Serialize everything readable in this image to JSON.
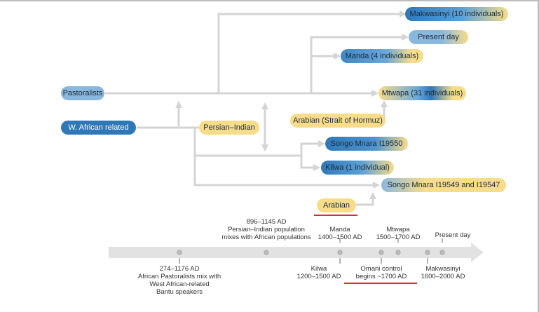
{
  "nodes": {
    "pastoralists": "Pastoralists",
    "w_african": "W. African related",
    "persian_indian": "Persian–Indian",
    "arabian_hormuz": "Arabian (Strait of Hormuz)",
    "arabian": "Arabian",
    "makwasinyi": "Makwasinyi (10 individuals)",
    "present_day": "Present day",
    "manda": "Manda (4 individuals)",
    "mtwapa": "Mtwapa (31 individuals)",
    "songo_19550": "Songo Mnara I19550",
    "kilwa": "Kilwa (1 individual)",
    "songo_19549": "Songo Mnara I19549 and I19547"
  },
  "timeline": {
    "above": [
      {
        "lines": [
          "896–1145 AD",
          "Persian–Indian population",
          "mixes with African populations"
        ]
      },
      {
        "lines": [
          "Manda",
          "1400–1500 AD"
        ]
      },
      {
        "lines": [
          "Mtwapa",
          "1500–1700 AD"
        ]
      },
      {
        "lines": [
          "Present day"
        ]
      }
    ],
    "below": [
      {
        "lines": [
          "274–1176 AD",
          "African Pastoralists mix with",
          "West African-related",
          "Bantu speakers"
        ]
      },
      {
        "lines": [
          "Kilwa",
          "1200–1500 AD"
        ]
      },
      {
        "lines": [
          "Omani control",
          "begins ~1700 AD"
        ]
      },
      {
        "lines": [
          "Makwasinyi",
          "1600–2000 AD"
        ]
      }
    ]
  },
  "colors": {
    "african_pastoralist": "#8ab8dd",
    "west_african": "#2f78b8",
    "persian_arabian": "#f7dc8a",
    "arrows": "#d4d4d4",
    "highlight_underline": "#d83030"
  }
}
